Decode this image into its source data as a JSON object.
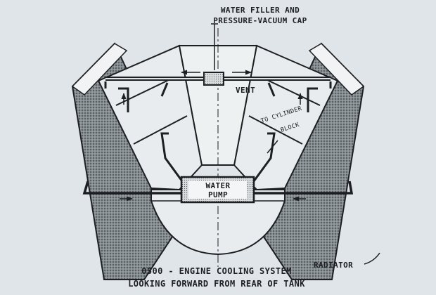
{
  "labels": {
    "filler_line1": "WATER FILLER AND",
    "filler_line2": "PRESSURE-VACUUM CAP",
    "vent": "VENT",
    "to_cylinder_line1": "TO CYLINDER",
    "to_cylinder_line2": "BLOCK",
    "pump_line1": "WATER",
    "pump_line2": "PUMP",
    "radiator": "RADIATOR",
    "caption_line1": "0500 - ENGINE COOLING SYSTEM",
    "caption_line2": "LOOKING FORWARD FROM REAR OF TANK"
  },
  "colors": {
    "background": "#dfe5e8",
    "ink": "#1d1f22",
    "radiator_fill": "#7c8387",
    "block_fill": "#e8ecee"
  }
}
